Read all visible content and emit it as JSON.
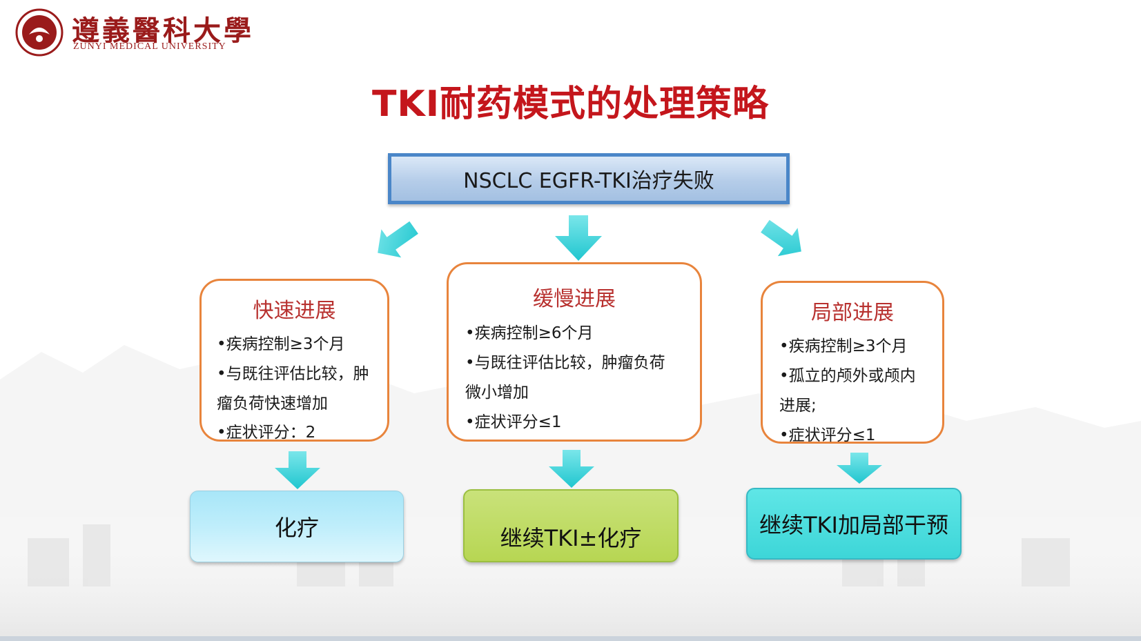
{
  "logo": {
    "name_cn": "遵義醫科大學",
    "name_en": "ZUNYI MEDICAL UNIVERSITY"
  },
  "title": "TKI耐药模式的处理策略",
  "root": {
    "label": "NSCLC EGFR-TKI治疗失败"
  },
  "branches": [
    {
      "title": "快速进展",
      "lines": [
        "•疾病控制≥3个月",
        "•与既往评估比较，肿",
        "瘤负荷快速增加",
        "•症状评分：2"
      ],
      "outcome": "化疗"
    },
    {
      "title": "缓慢进展",
      "lines": [
        "•疾病控制≥6个月",
        "•与既往评估比较，肿瘤负荷",
        "微小增加",
        "•症状评分≤1"
      ],
      "outcome": "继续TKI±化疗"
    },
    {
      "title": "局部进展",
      "lines": [
        "•疾病控制≥3个月",
        "•孤立的颅外或颅内",
        "进展;",
        "•症状评分≤1"
      ],
      "outcome": "继续TKI加局部干预"
    }
  ],
  "colors": {
    "title": "#c4161c",
    "root_border": "#4a86c8",
    "card_border": "#e8843c",
    "card_title": "#b8312f",
    "arrow": "#2fd0d8"
  }
}
